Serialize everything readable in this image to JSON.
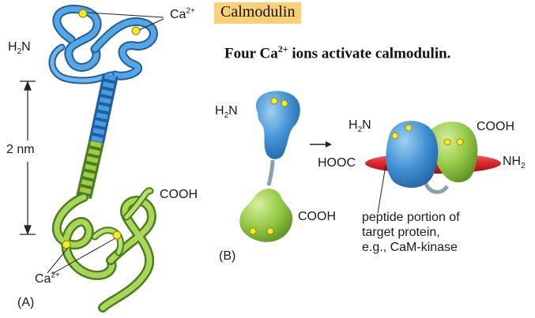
{
  "title": "Calmodulin",
  "subtitle_pre": "Four Ca",
  "subtitle_sup": "2+",
  "subtitle_post": " ions activate calmodulin.",
  "panel_a": {
    "label": "(A)",
    "ca_top": "Ca",
    "ca_top_sup": "2+",
    "h2n": "H",
    "h2n_sub": "2",
    "h2n_tail": "N",
    "scale": "2 nm",
    "cooh": "COOH",
    "ca_bottom": "Ca",
    "ca_bottom_sup": "2+"
  },
  "panel_b": {
    "label": "(B)",
    "h2n_left": "H",
    "h2n_left_sub": "2",
    "h2n_left_tail": "N",
    "cooh_left": "COOH",
    "h2n_right": "H",
    "h2n_right_sub": "2",
    "h2n_right_tail": "N",
    "cooh_right": "COOH",
    "hooc": "HOOC",
    "nh2": "NH",
    "nh2_sub": "2",
    "caption_line1": "peptide portion of",
    "caption_line2": "target protein,",
    "caption_line3": "e.g., CaM-kinase"
  },
  "colors": {
    "blue_domain": "#3f8fd2",
    "green_domain": "#9dcc4a",
    "ion": "#f5ea2a",
    "peptide": "#d9262b",
    "title_bg": "#fbcf74"
  }
}
